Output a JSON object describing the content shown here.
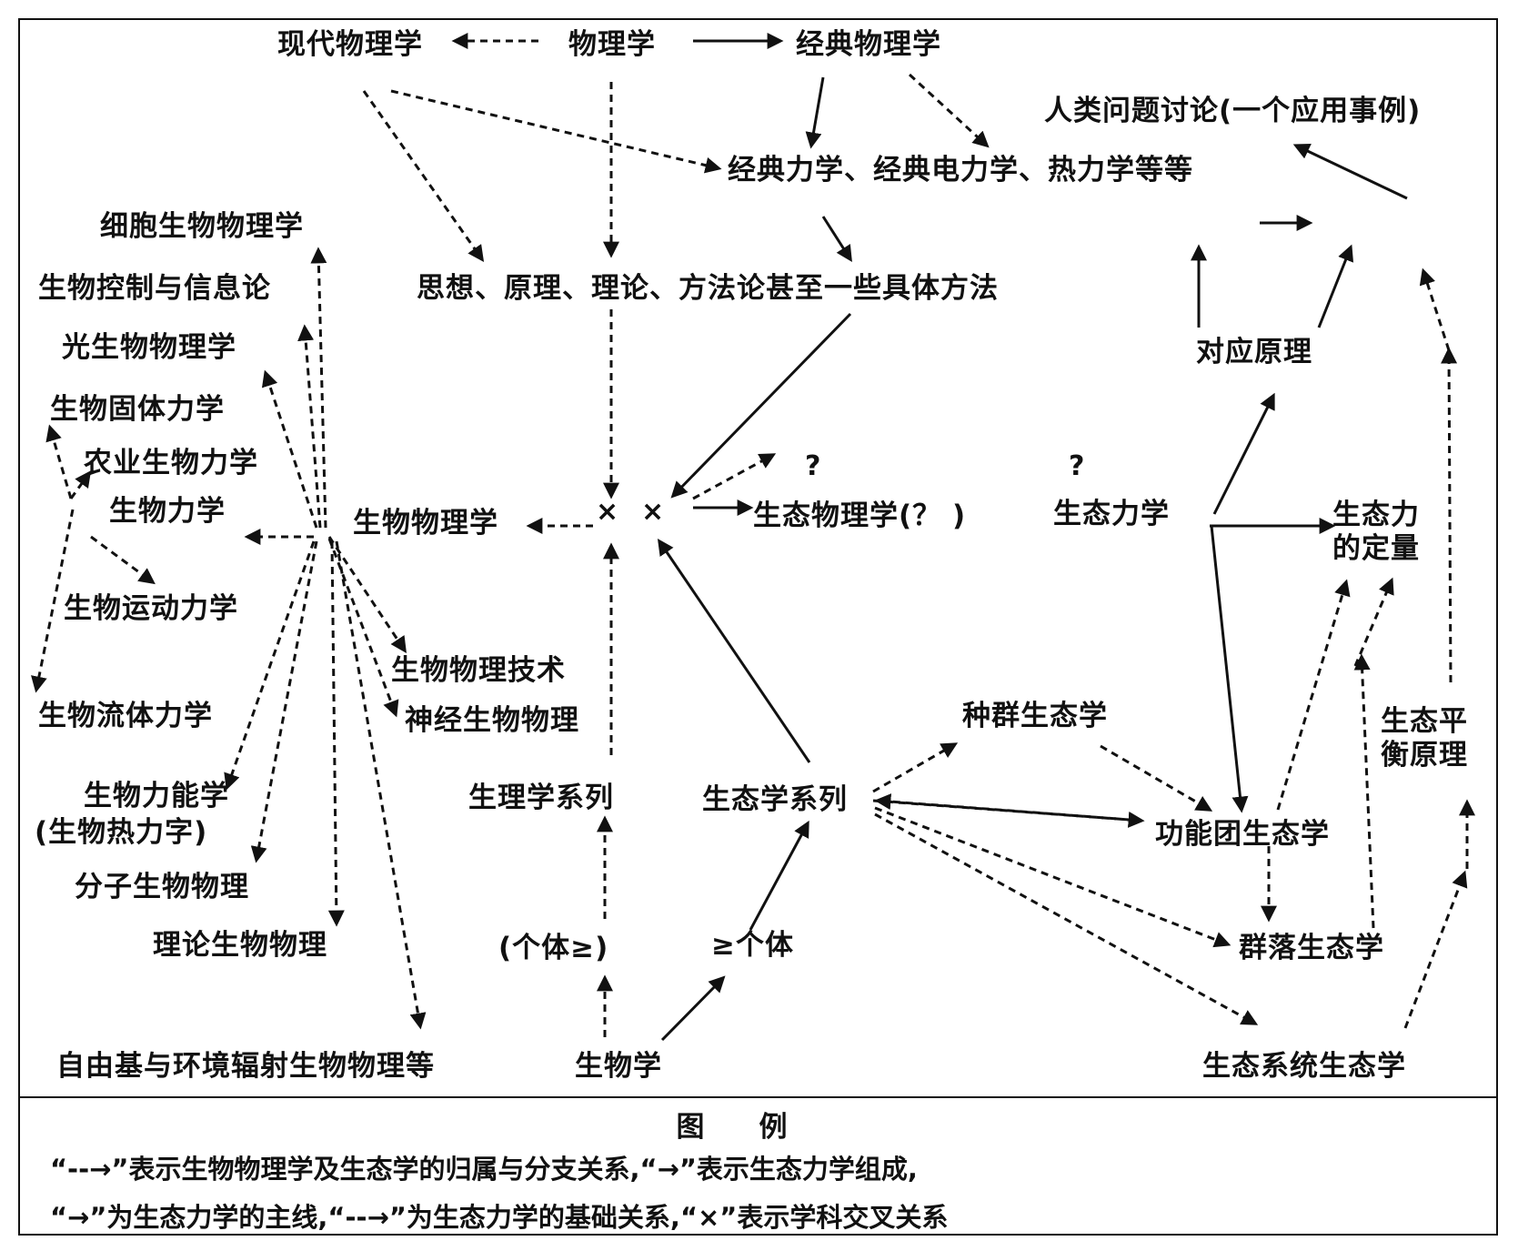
{
  "nodes": {
    "modern_physics": "现代物理学",
    "physics": "物理学",
    "classical_physics": "经典物理学",
    "human_problem": "人类问题讨论(一个应用事例)",
    "classical_branches": "经典力学、经典电力学、热力学等等",
    "cell_biophysics": "细胞生物物理学",
    "bio_control": "生物控制与信息论",
    "photo_biophysics": "光生物物理学",
    "bio_solid_mech": "生物固体力学",
    "agri_biomech": "农业生物力学",
    "biomechanics": "生物力学",
    "bio_kinetics": "生物运动力学",
    "bio_fluid_mech": "生物流体力学",
    "bioenergetics": "生物力能学",
    "bio_thermo": "(生物热力字)",
    "molecular_biophysics": "分子生物物理",
    "theoretical_biophysics": "理论生物物理",
    "free_radical": "自由基与环境辐射生物物理等",
    "ideas": "思想、原理、理论、方法论甚至一些具体方法",
    "biophysics": "生物物理学",
    "eco_physics": "生态物理学(？ )",
    "eco_mechanics": "生态力学",
    "correspondence": "对应原理",
    "eco_quant": "生态力\n的定量",
    "bio_tech": "生物物理技术",
    "neuro_biophysics": "神经生物物理",
    "physiology_series": "生理学系列",
    "ecology_series": "生态学系列",
    "population_eco": "种群生态学",
    "functional_eco": "功能团生态学",
    "community_eco": "群落生态学",
    "ecosystem_eco": "生态系统生态学",
    "eco_balance": "生态平\n衡原理",
    "individual_ge_paren": "(个体≥)",
    "ge_individual": "≥个体",
    "biology": "生物学"
  },
  "marks": {
    "cross": "×",
    "question": "?"
  },
  "legend": {
    "title": "图例",
    "line1": "“--→”表示生物物理学及生态学的归属与分支关系,“→”表示生态力学组成,",
    "line2": "“→”为生态力学的主线,“--→”为生态力学的基础关系,“×”表示学科交叉关系"
  }
}
